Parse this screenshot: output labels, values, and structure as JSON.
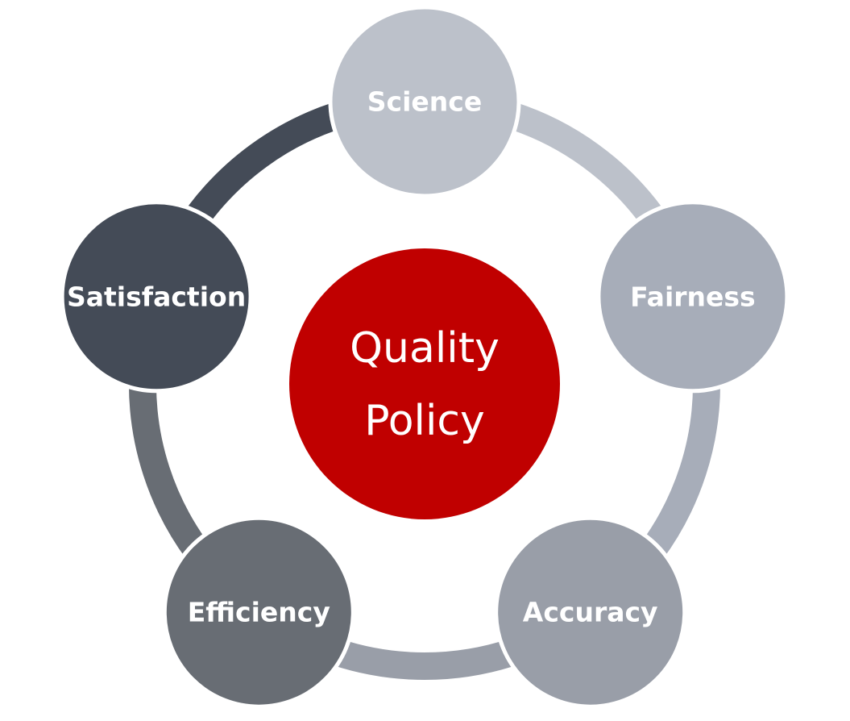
{
  "diagram": {
    "center": {
      "line1": "Quality",
      "line2": "Policy",
      "color": "#c00000"
    },
    "nodes": [
      {
        "label": "Science",
        "color": "#bcc1ca"
      },
      {
        "label": "Fairness",
        "color": "#a7adb9"
      },
      {
        "label": "Accuracy",
        "color": "#999ea8"
      },
      {
        "label": "Efficiency",
        "color": "#686d74"
      },
      {
        "label": "Satisfaction",
        "color": "#444b57"
      }
    ],
    "connectors": [
      {
        "from": "Science",
        "to": "Fairness",
        "color": "#bcc1ca"
      },
      {
        "from": "Fairness",
        "to": "Accuracy",
        "color": "#a7adb9"
      },
      {
        "from": "Accuracy",
        "to": "Efficiency",
        "color": "#999ea8"
      },
      {
        "from": "Efficiency",
        "to": "Satisfaction",
        "color": "#686d74"
      },
      {
        "from": "Satisfaction",
        "to": "Science",
        "color": "#444b57"
      }
    ]
  }
}
